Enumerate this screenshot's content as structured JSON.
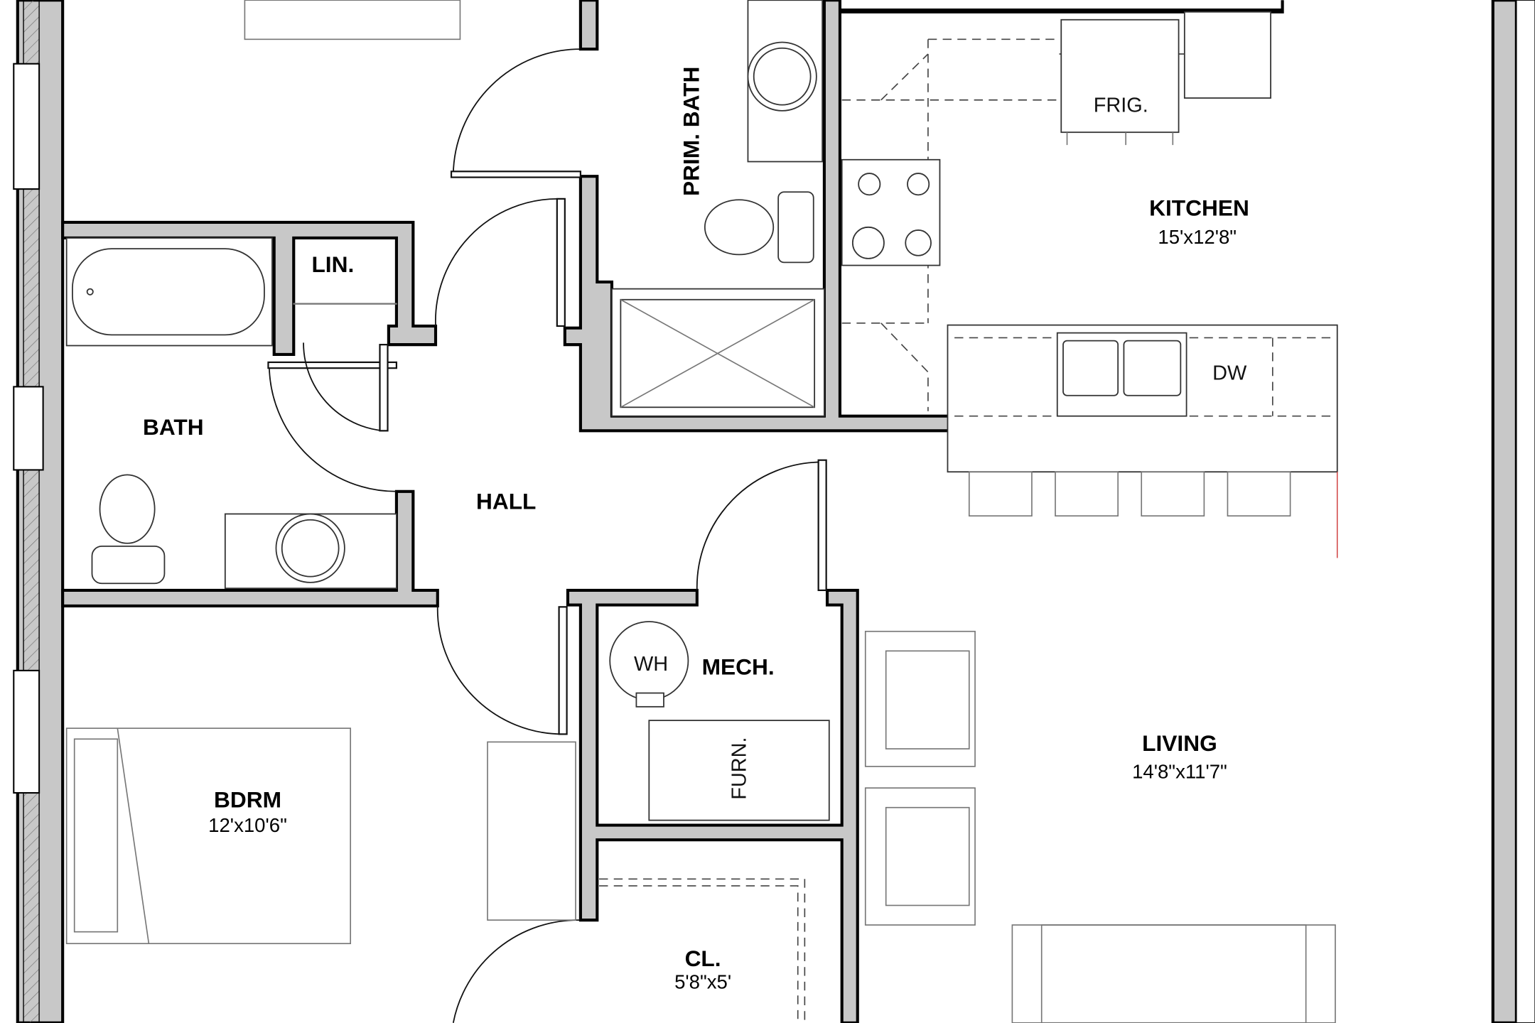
{
  "rooms": {
    "kitchen": {
      "name": "KITCHEN",
      "size": "15'x12'8\""
    },
    "living": {
      "name": "LIVING",
      "size": "14'8\"x11'7\""
    },
    "bedroom": {
      "name": "BDRM",
      "size": "12'x10'6\""
    },
    "closet": {
      "name": "CL.",
      "size": "5'8\"x5'"
    },
    "bath": {
      "name": "BATH"
    },
    "linen": {
      "name": "LIN."
    },
    "hall": {
      "name": "HALL"
    },
    "mech": {
      "name": "MECH."
    },
    "primary_bath": {
      "name": "PRIM. BATH"
    }
  },
  "fixtures": {
    "fridge": "FRIG.",
    "dishwasher": "DW",
    "water_heater": "WH",
    "furnace": "FURN."
  },
  "colors": {
    "wall_fill": "#c8c8c8",
    "wall_stroke": "#000000"
  }
}
